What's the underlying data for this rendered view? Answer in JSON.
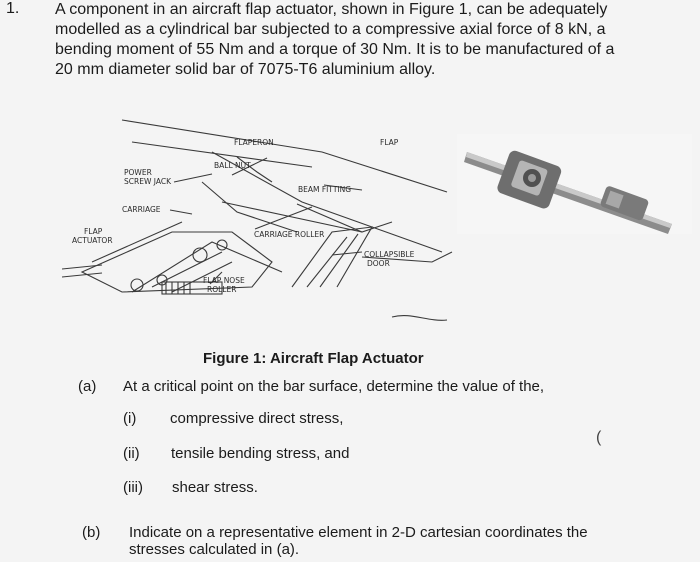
{
  "question": {
    "number": "1.",
    "text": "A component in an aircraft flap actuator, shown in Figure 1, can be adequately modelled as a cylindrical bar subjected to a compressive axial force of 8 kN, a bending moment of 55 Nm and a torque of 30 Nm. It is to be manufactured of a 20 mm diameter solid bar of 7075-T6 aluminium alloy."
  },
  "figure": {
    "caption": "Figure 1: Aircraft Flap Actuator",
    "labels": {
      "flaperon": "FLAPERON",
      "flap": "FLAP",
      "ball_nut": "BALL NUT",
      "power_screw_jack_1": "POWER",
      "power_screw_jack_2": "SCREW JACK",
      "beam_fitting": "BEAM FITTING",
      "carriage": "CARRIAGE",
      "flap_actuator_1": "FLAP",
      "flap_actuator_2": "ACTUATOR",
      "carriage_roller": "CARRIAGE ROLLER",
      "collapsible_door_1": "COLLAPSIBLE",
      "collapsible_door_2": "DOOR",
      "flap_nose_roller_1": "FLAP NOSE",
      "flap_nose_roller_2": "ROLLER"
    }
  },
  "part_a": {
    "label": "(a)",
    "text": "At a critical point on the bar surface, determine the value of the,",
    "items": [
      {
        "label": "(i)",
        "text": "compressive direct stress,"
      },
      {
        "label": "(ii)",
        "text": "tensile bending stress, and"
      },
      {
        "label": "(iii)",
        "text": "shear stress."
      }
    ]
  },
  "stray_mark": "(",
  "part_b": {
    "label": "(b)",
    "text": "Indicate on a representative element in 2-D cartesian coordinates the stresses calculated in (a)."
  }
}
